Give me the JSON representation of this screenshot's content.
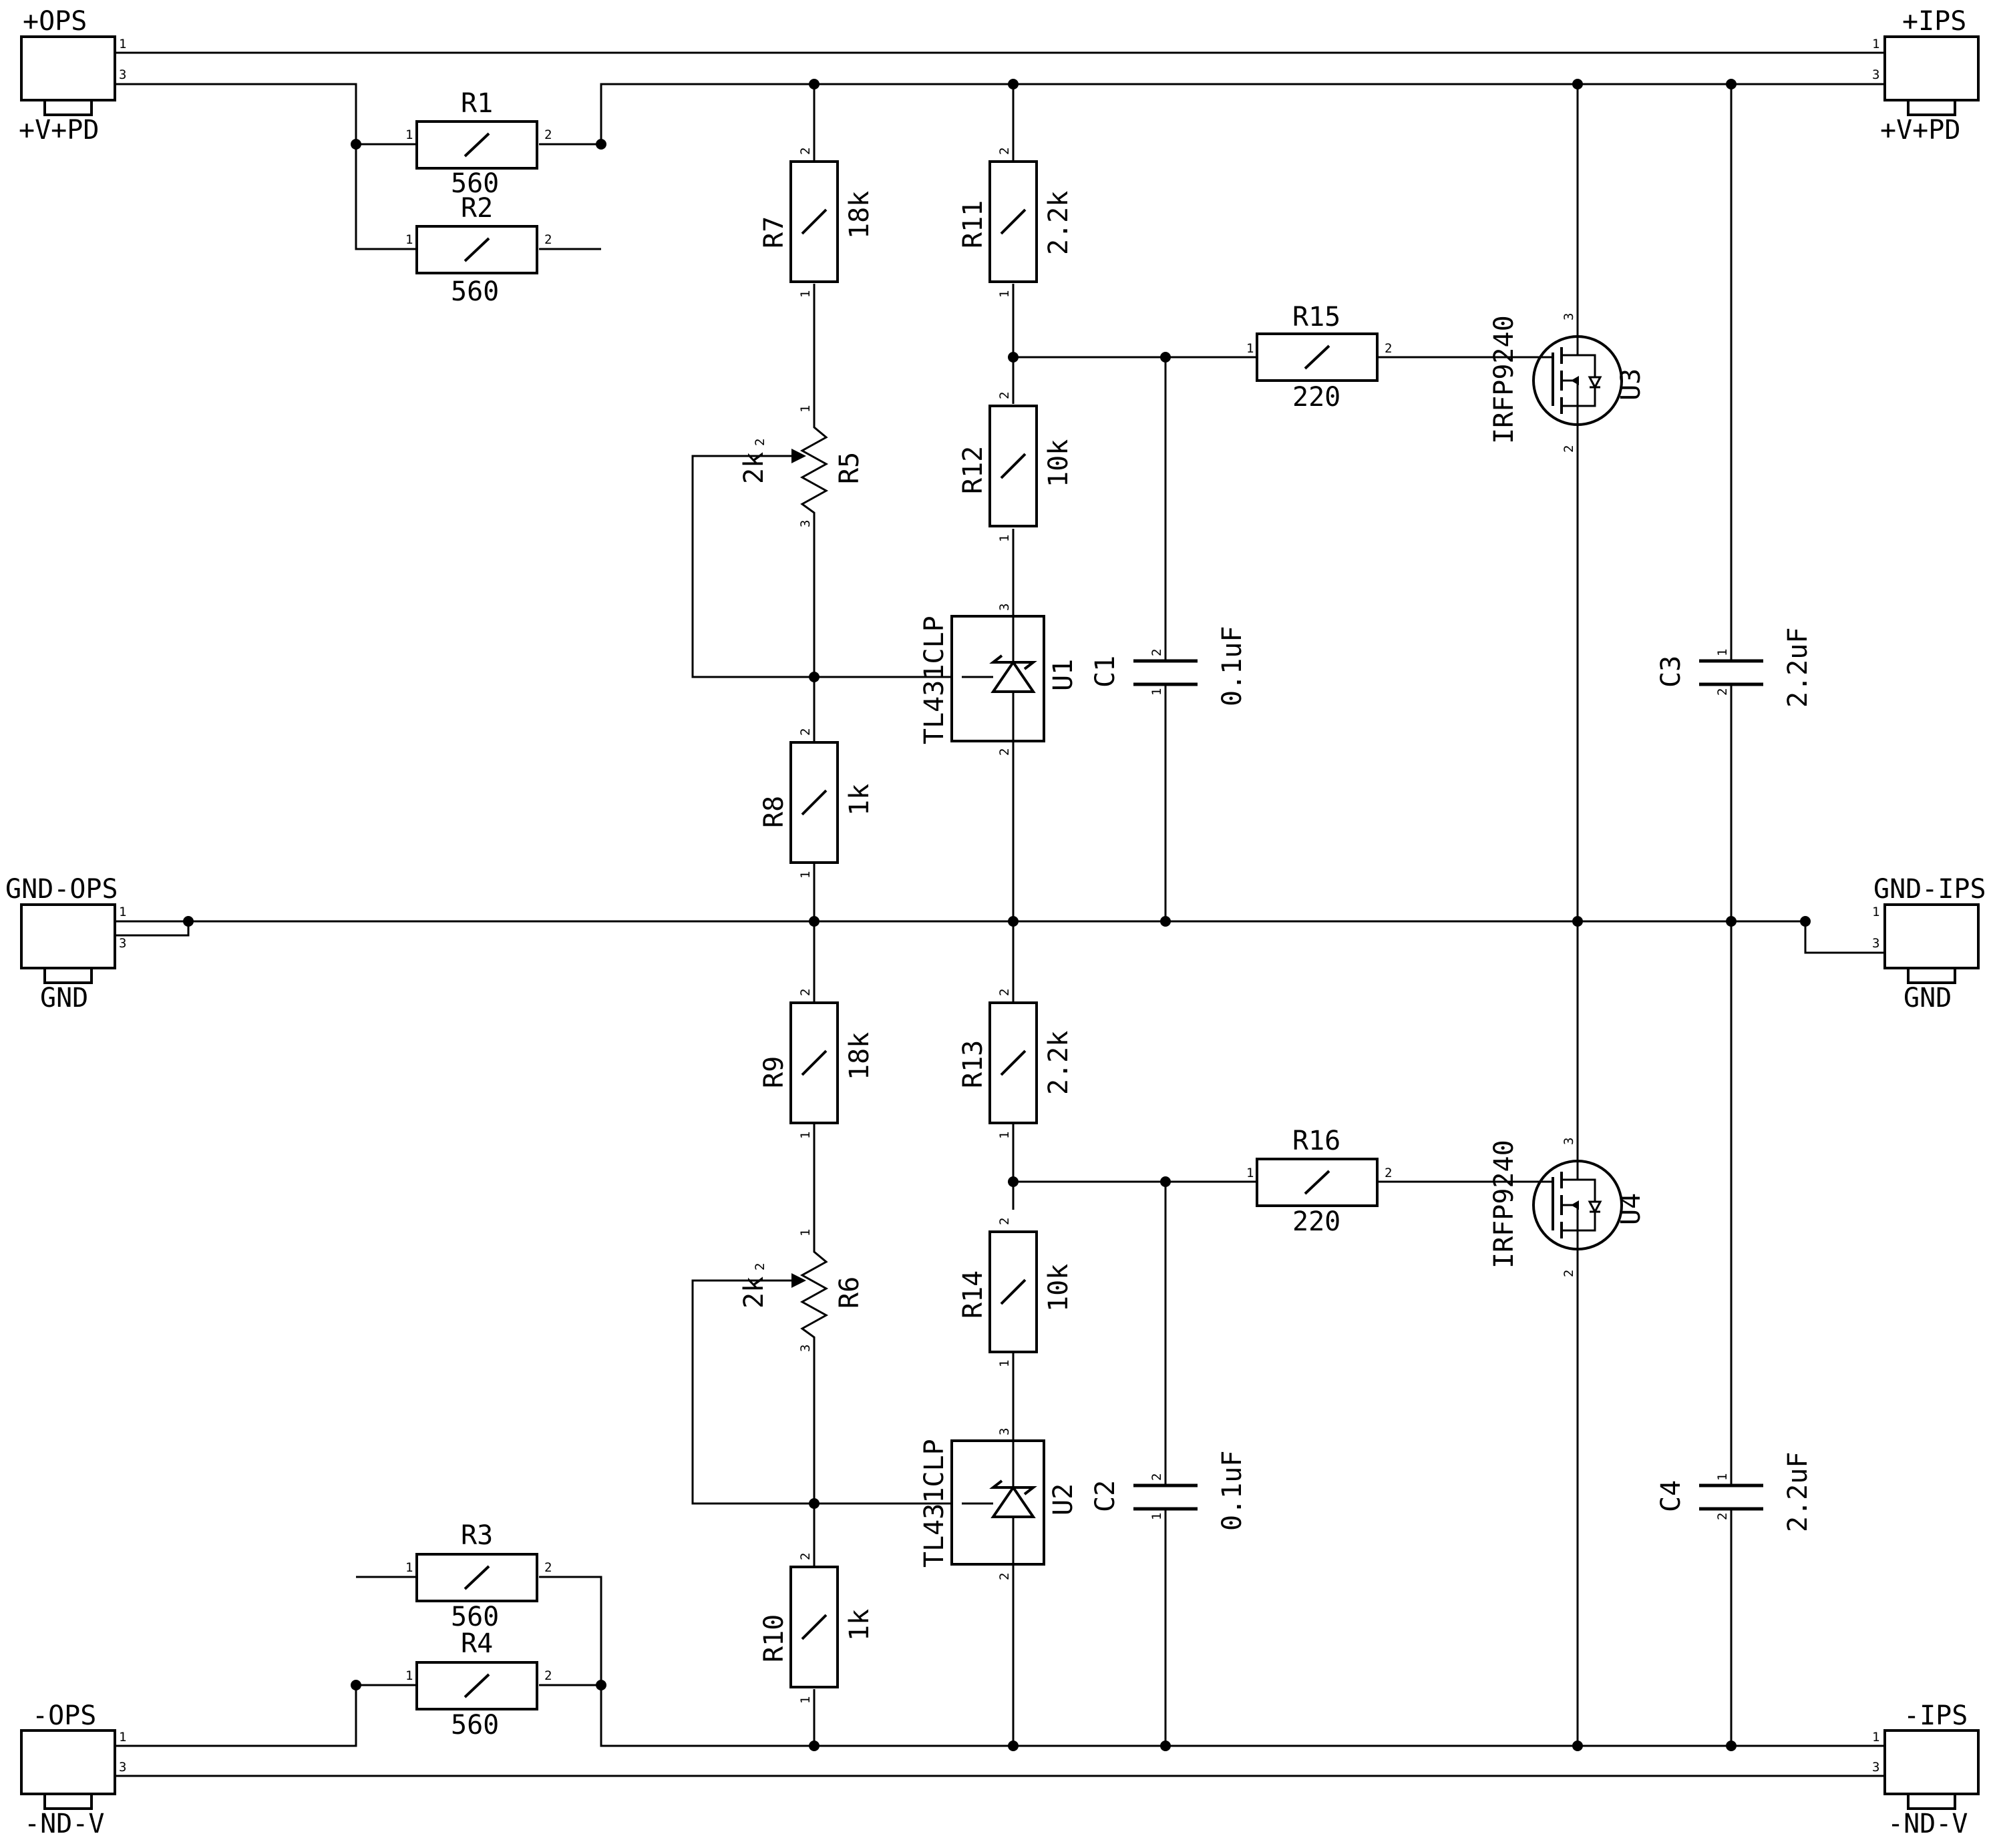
{
  "connectors": {
    "top_left": {
      "name": "+OPS",
      "sub": "+V+PD",
      "pins": [
        "1",
        "3"
      ]
    },
    "top_right": {
      "name": "+IPS",
      "sub": "+V+PD",
      "pins": [
        "1",
        "3"
      ]
    },
    "mid_left": {
      "name": "GND-OPS",
      "sub": "GND",
      "pins": [
        "1",
        "3"
      ]
    },
    "mid_right": {
      "name": "GND-IPS",
      "sub": "GND",
      "pins": [
        "1",
        "3"
      ]
    },
    "bot_left": {
      "name": "-OPS",
      "sub": "-ND-V",
      "pins": [
        "1",
        "3"
      ]
    },
    "bot_right": {
      "name": "-IPS",
      "sub": "-ND-V",
      "pins": [
        "1",
        "3"
      ]
    }
  },
  "resistors": {
    "R1": {
      "ref": "R1",
      "value": "560"
    },
    "R2": {
      "ref": "R2",
      "value": "560"
    },
    "R3": {
      "ref": "R3",
      "value": "560"
    },
    "R4": {
      "ref": "R4",
      "value": "560"
    },
    "R7": {
      "ref": "R7",
      "value": "18k"
    },
    "R8": {
      "ref": "R8",
      "value": "1k"
    },
    "R9": {
      "ref": "R9",
      "value": "18k"
    },
    "R10": {
      "ref": "R10",
      "value": "1k"
    },
    "R11": {
      "ref": "R11",
      "value": "2.2k"
    },
    "R12": {
      "ref": "R12",
      "value": "10k"
    },
    "R13": {
      "ref": "R13",
      "value": "2.2k"
    },
    "R14": {
      "ref": "R14",
      "value": "10k"
    },
    "R15": {
      "ref": "R15",
      "value": "220"
    },
    "R16": {
      "ref": "R16",
      "value": "220"
    }
  },
  "pots": {
    "R5": {
      "ref": "R5",
      "value": "2k"
    },
    "R6": {
      "ref": "R6",
      "value": "2k"
    }
  },
  "regulators": {
    "U1": {
      "ref": "U1",
      "part": "TL431CLP"
    },
    "U2": {
      "ref": "U2",
      "part": "TL431CLP"
    }
  },
  "mosfets": {
    "U3": {
      "ref": "U3",
      "part": "IRFP9240"
    },
    "U4": {
      "ref": "U4",
      "part": "IRFP9240"
    }
  },
  "capacitors": {
    "C1": {
      "ref": "C1",
      "value": "0.1uF"
    },
    "C2": {
      "ref": "C2",
      "value": "0.1uF"
    },
    "C3": {
      "ref": "C3",
      "value": "2.2uF"
    },
    "C4": {
      "ref": "C4",
      "value": "2.2uF"
    }
  },
  "pin_labels": {
    "p1": "1",
    "p2": "2",
    "p3": "3"
  }
}
